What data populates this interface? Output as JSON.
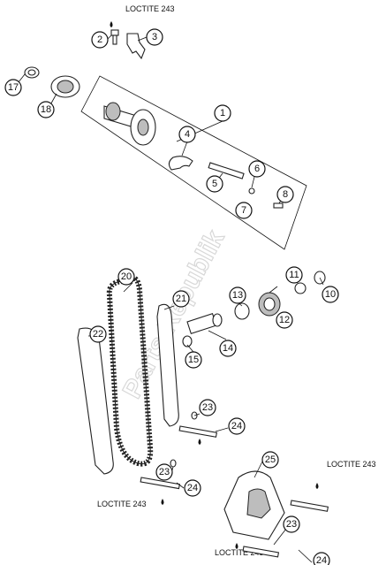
{
  "diagram": {
    "loctite_labels": [
      "LOCTITE 243",
      "LOCTITE 243",
      "LOCTITE 243",
      "LOCTITE 243"
    ],
    "watermark": "Parts Republik",
    "callouts": [
      "1",
      "2",
      "3",
      "4",
      "5",
      "6",
      "7",
      "8",
      "10",
      "11",
      "12",
      "13",
      "14",
      "15",
      "17",
      "18",
      "20",
      "21",
      "22",
      "23",
      "24",
      "23",
      "24",
      "25",
      "23",
      "24"
    ]
  },
  "colors": {
    "highlight": "#e20613",
    "line": "#111111"
  }
}
